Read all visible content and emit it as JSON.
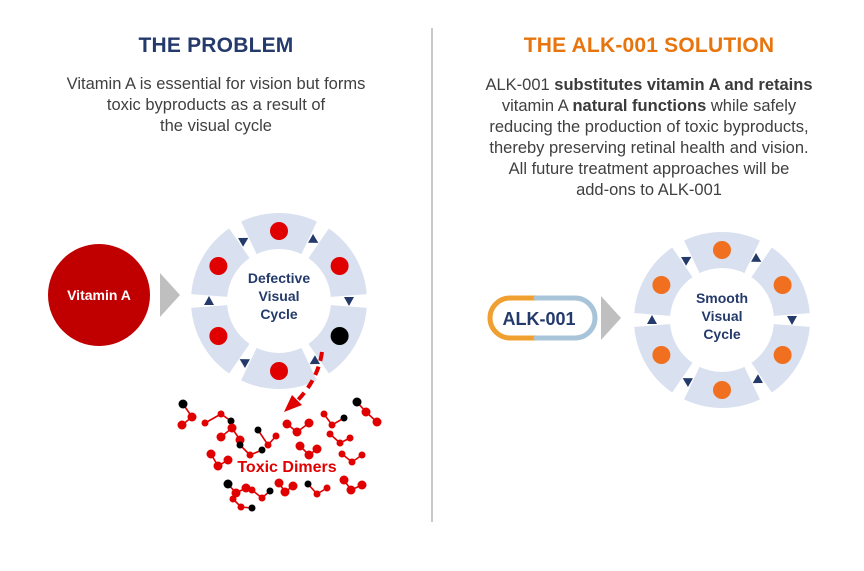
{
  "problem": {
    "title": "THE PROBLEM",
    "description_lines": [
      "Vitamin A is essential for vision but forms",
      "toxic byproducts as a result of",
      "the visual cycle"
    ],
    "input_label": "Vitamin A",
    "cycle_label_lines": [
      "Defective",
      "Visual",
      "Cycle"
    ],
    "output_label": "Toxic Dimers"
  },
  "solution": {
    "title": "THE ALK-001 SOLUTION",
    "description": {
      "line1_plain": "ALK-001 ",
      "line1_bold": "substitutes vitamin A and retains",
      "line2_plain_a": "vitamin A ",
      "line2_bold": "natural functions",
      "line2_plain_b": " while safely",
      "line3": "reducing the production of toxic byproducts,",
      "line4": "thereby preserving retinal health and vision.",
      "line5": "All future treatment approaches will be",
      "line6": "add-ons to ALK-001"
    },
    "input_label": "ALK-001",
    "cycle_label_lines": [
      "Smooth",
      "Visual",
      "Cycle"
    ]
  },
  "colors": {
    "navy": "#243a6b",
    "orange": "#e8740e",
    "red": "#e00000",
    "dark_red": "#c00000",
    "cycle_fill": "#d9e0ef",
    "dot_orange": "#f07020",
    "arrow_gray": "#bfbfbf"
  },
  "icons": {
    "problem_arrow": "triangle-right-icon",
    "solution_arrow": "triangle-right-icon",
    "dimer_arrow": "dashed-curved-arrow-icon"
  }
}
